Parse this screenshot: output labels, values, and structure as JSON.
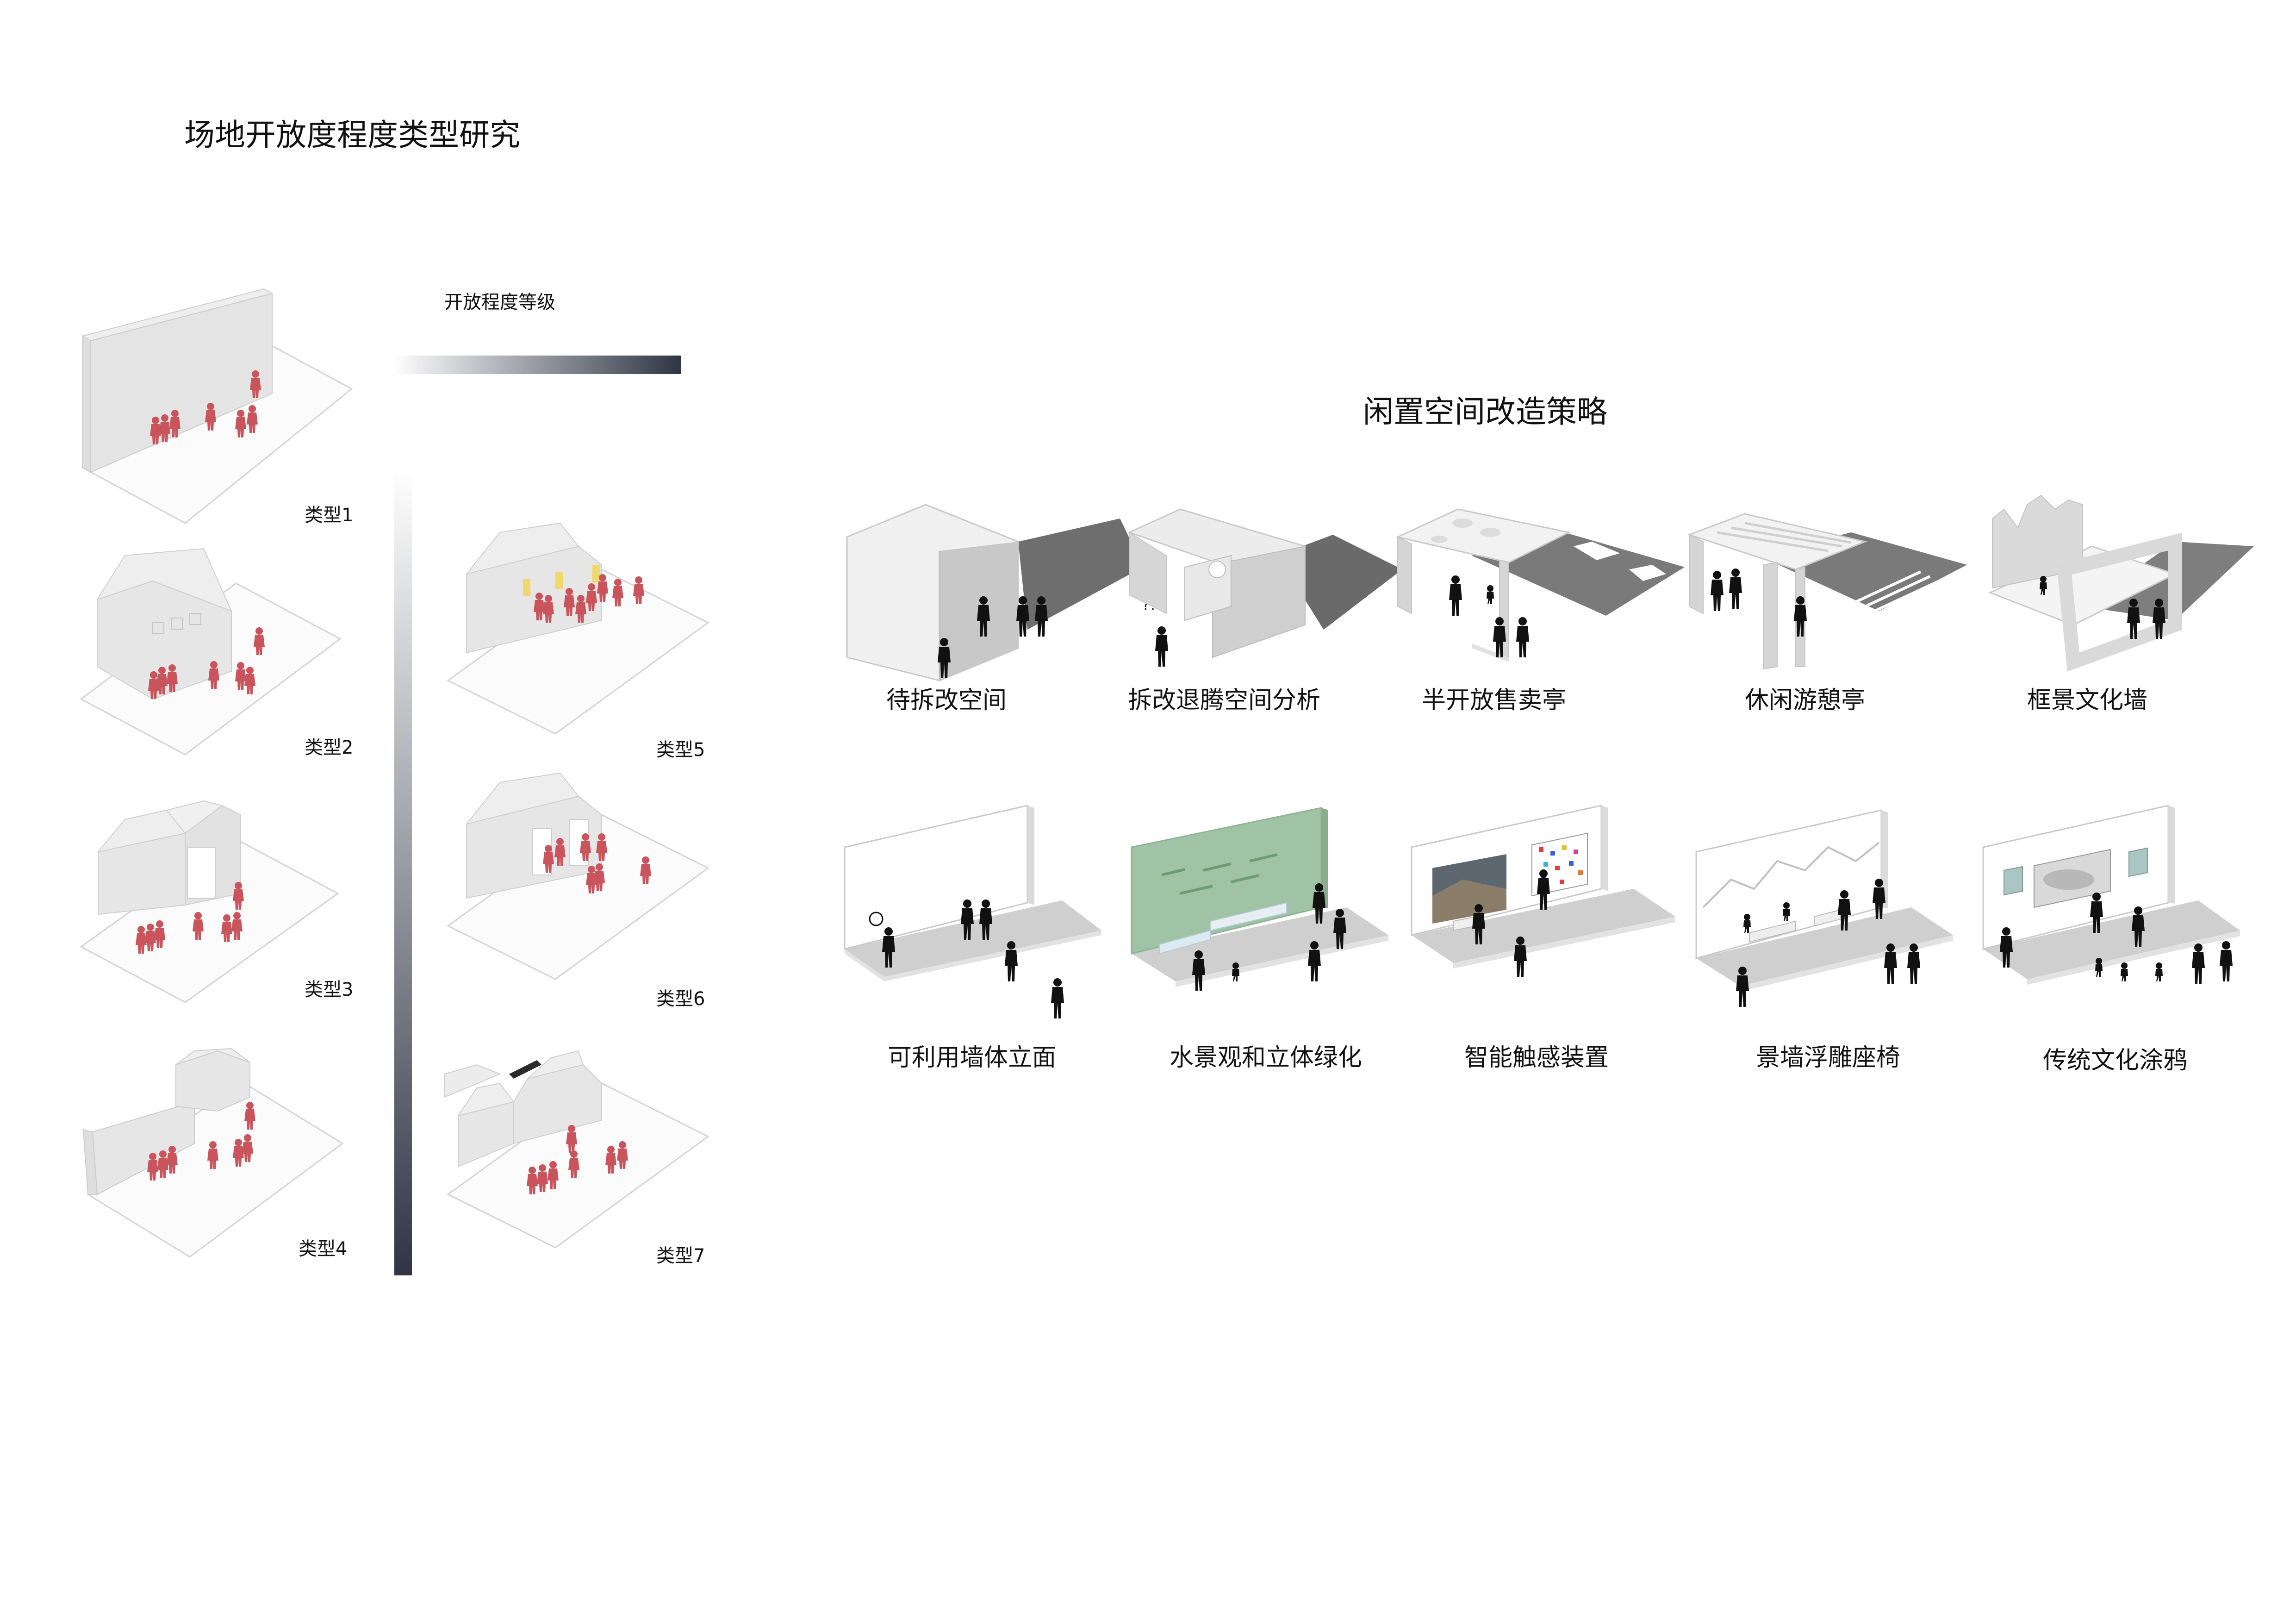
{
  "titles": {
    "main": "场地开放度程度类型研究",
    "strategy": "闲置空间改造策略",
    "open_level": "开放程度等级"
  },
  "types": [
    {
      "label": "类型1"
    },
    {
      "label": "类型2"
    },
    {
      "label": "类型3"
    },
    {
      "label": "类型4"
    },
    {
      "label": "类型5"
    },
    {
      "label": "类型6"
    },
    {
      "label": "类型7"
    }
  ],
  "strategies_row1": [
    {
      "label": "待拆改空间"
    },
    {
      "label": "拆改退腾空间分析",
      "note": "???"
    },
    {
      "label": "半开放售卖亭"
    },
    {
      "label": "休闲游憩亭"
    },
    {
      "label": "框景文化墙"
    }
  ],
  "strategies_row2": [
    {
      "label": "可利用墙体立面"
    },
    {
      "label": "水景观和立体绿化"
    },
    {
      "label": "智能触感装置"
    },
    {
      "label": "景墙浮雕座椅"
    },
    {
      "label": "传统文化涂鸦"
    }
  ],
  "colors": {
    "figure_red": "#c9545c",
    "gradient_dark": "#2f3545",
    "green_wall": "#9fc3a4",
    "shadow": "#7a7a7a",
    "floor_gray": "#c8c8c8"
  }
}
